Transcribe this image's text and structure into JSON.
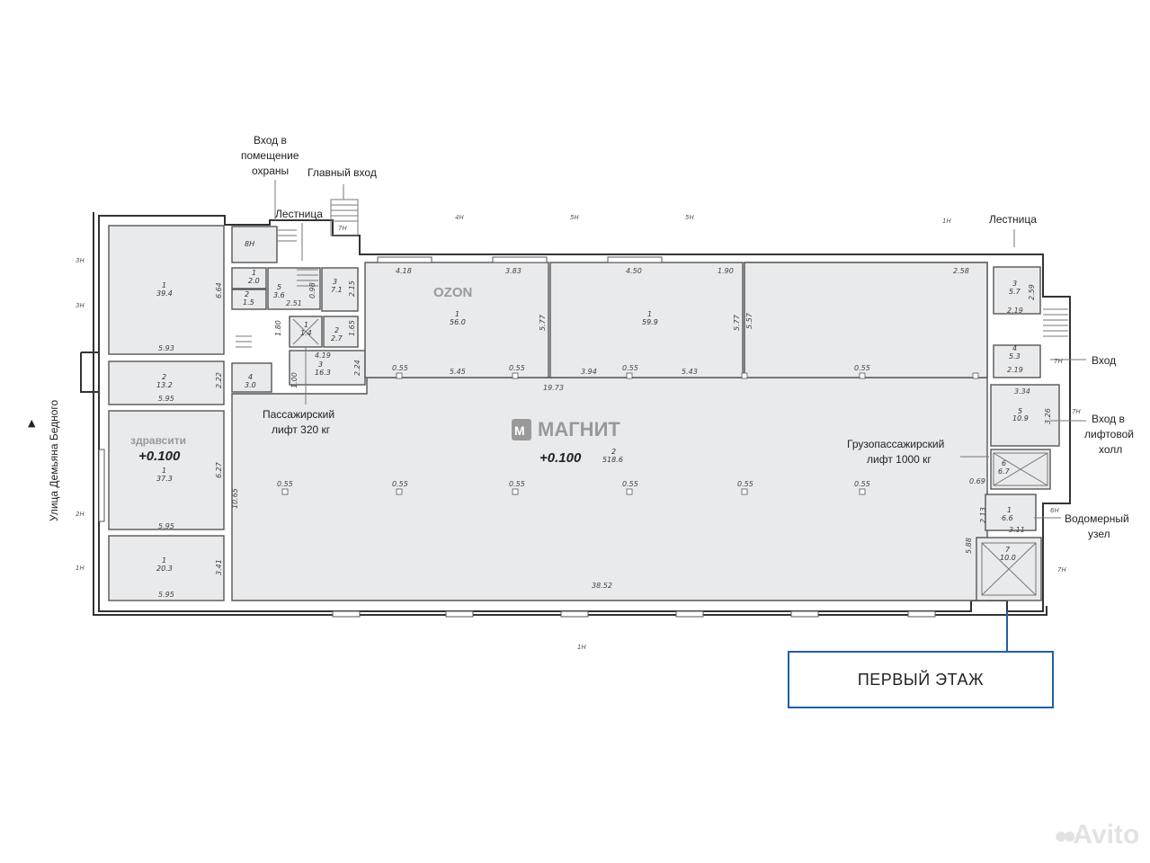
{
  "street": {
    "name": "Улица Демьяна Бедного",
    "arrow": "▲"
  },
  "labels": {
    "security_entrance": [
      "Вход в",
      "помещение",
      "охраны"
    ],
    "main_entrance": "Главный вход",
    "stairs_left": "Лестница",
    "stairs_right": "Лестница",
    "entrance": "Вход",
    "lift_hall_entrance": [
      "Вход в",
      "лифтовой",
      "холл"
    ],
    "passenger_lift": [
      "Пассажирский",
      "лифт 320 кг"
    ],
    "freight_lift": [
      "Грузопассажирский",
      "лифт 1000 кг"
    ],
    "water_meter": [
      "Водомерный",
      "узел"
    ]
  },
  "tenants": {
    "ozon": "OZON",
    "magnit": "МАГНИТ",
    "magnit_level": "+0.100",
    "zdravsiti": "здравсити",
    "zdravsiti_level": "+0.100"
  },
  "floor_label": "ПЕРВЫЙ ЭТАЖ",
  "watermark": "Avito",
  "rooms": {
    "r1_394": [
      "1",
      "39.4"
    ],
    "r2_132": [
      "2",
      "13.2"
    ],
    "r1_373": [
      "1",
      "37.3"
    ],
    "r1_203": [
      "1",
      "20.3"
    ],
    "r1_20": [
      "1",
      "2.0"
    ],
    "r2_15": [
      "2",
      "1.5"
    ],
    "r5_36": [
      "5",
      "3.6"
    ],
    "r3_71": [
      "3",
      "7.1"
    ],
    "r1_lift": [
      "1",
      "1.4"
    ],
    "r2_27": [
      "2",
      "2.7"
    ],
    "r4_30": [
      "4",
      "3.0"
    ],
    "r3_163": [
      "3",
      "16.3"
    ],
    "r1_560": [
      "1",
      "56.0"
    ],
    "r1_599": [
      "1",
      "59.9"
    ],
    "r2_5186": [
      "2",
      "518.6"
    ],
    "r3_57": [
      "3",
      "5.7"
    ],
    "r4_53": [
      "4",
      "5.3"
    ],
    "r5_109": [
      "5",
      "10.9"
    ],
    "r6_67": [
      "6",
      "6.7"
    ],
    "r1_66": [
      "1",
      "6.6"
    ],
    "r7_100": [
      "7",
      "10.0"
    ],
    "r8h": "8Н"
  },
  "dims": {
    "d664": "6.64",
    "d593": "5.93",
    "d222": "2.22",
    "d595a": "5.95",
    "d627": "6.27",
    "d595b": "5.95",
    "d341": "3.41",
    "d595c": "5.95",
    "d1065": "10.65",
    "d251": "2.51",
    "d098": "0.98",
    "d215": "2.15",
    "d180": "1.80",
    "d165": "1.65",
    "d419": "4.19",
    "d224": "2.24",
    "d100": "1.00",
    "d418": "4.18",
    "d383": "3.83",
    "d450": "4.50",
    "d190": "1.90",
    "d258": "2.58",
    "d577a": "5.77",
    "d577b": "5.77",
    "d557": "5.57",
    "d055a": "0.55",
    "d545": "5.45",
    "d055b": "0.55",
    "d394": "3.94",
    "d055c": "0.55",
    "d543": "5.43",
    "d055d": "0.55",
    "d1973": "19.73",
    "d259": "2.59",
    "d219a": "2.19",
    "d219b": "2.19",
    "d334": "3.34",
    "d326": "3.26",
    "d069": "0.69",
    "d213": "2.13",
    "d311": "3.11",
    "d588": "5.88",
    "d3852": "38.52",
    "col": "0.55"
  },
  "axes": {
    "h3a": "3Н",
    "h3b": "3Н",
    "h2": "2Н",
    "h1": "1Н",
    "t4": "4Н",
    "t5a": "5Н",
    "t5b": "5Н",
    "t1": "1Н",
    "t7": "7Н",
    "r7a": "7Н",
    "r7b": "7Н",
    "r6": "6Н",
    "r7c": "7Н",
    "b1": "1Н"
  }
}
